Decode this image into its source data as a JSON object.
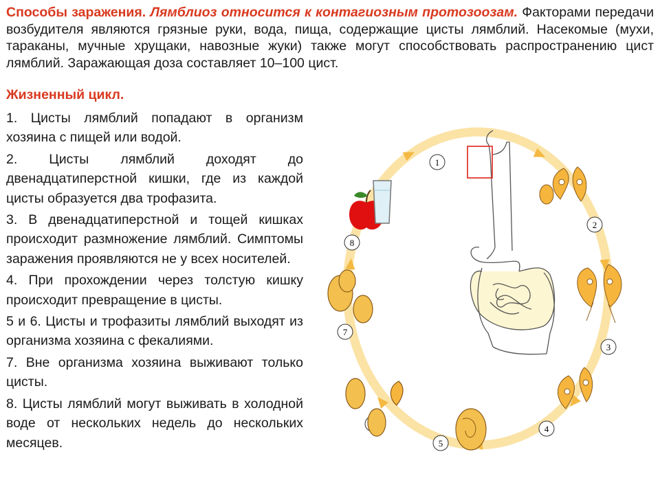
{
  "intro": {
    "heading": "Способы заражения.",
    "emphasis": "Лямблиоз относится к контагиозным протозоозам.",
    "text": "Факторами передачи возбудителя являются грязные руки, вода, пища, содержащие цисты лямблий. Насекомые (мухи, тараканы, мучные хрущаки, навозные жуки) также могут способствовать распространению цист лямблий. Заражающая доза составляет 10–100 цист."
  },
  "life_cycle": {
    "heading": "Жизненный цикл.",
    "steps": [
      "1. Цисты лямблий попадают в организм хозяина с пищей или водой.",
      "2. Цисты лямблий доходят до двенадцатиперстной кишки, где из каждой цисты образуется два трофазита.",
      "3. В двенадцатиперстной и тощей кишках происходит размножение лямблий. Симптомы заражения проявляются не у всех носителей.",
      "4. При прохождении через толстую кишку происходит превращение в цисты.",
      "5 и 6. Цисты и трофазиты лямблий выходят из организма хозяина с фекалиями.",
      "7. Вне организма хозяина выживают только цисты.",
      "8. Цисты лямблий могут выживать в холодной воде от нескольких недель до нескольких месяцев."
    ]
  },
  "diagram": {
    "stage_numbers": [
      "1",
      "2",
      "3",
      "4",
      "5",
      "6",
      "7",
      "8"
    ],
    "colors": {
      "ring": "#fbe3a6",
      "ring_arrow": "#f4b942",
      "trophozoite": "#f6b53d",
      "cyst": "#f3c04f",
      "apple": "#e01010",
      "organs_fill": "#fdf6d2",
      "organ_outline": "#555555",
      "focus_box": "#e03a2f"
    }
  }
}
